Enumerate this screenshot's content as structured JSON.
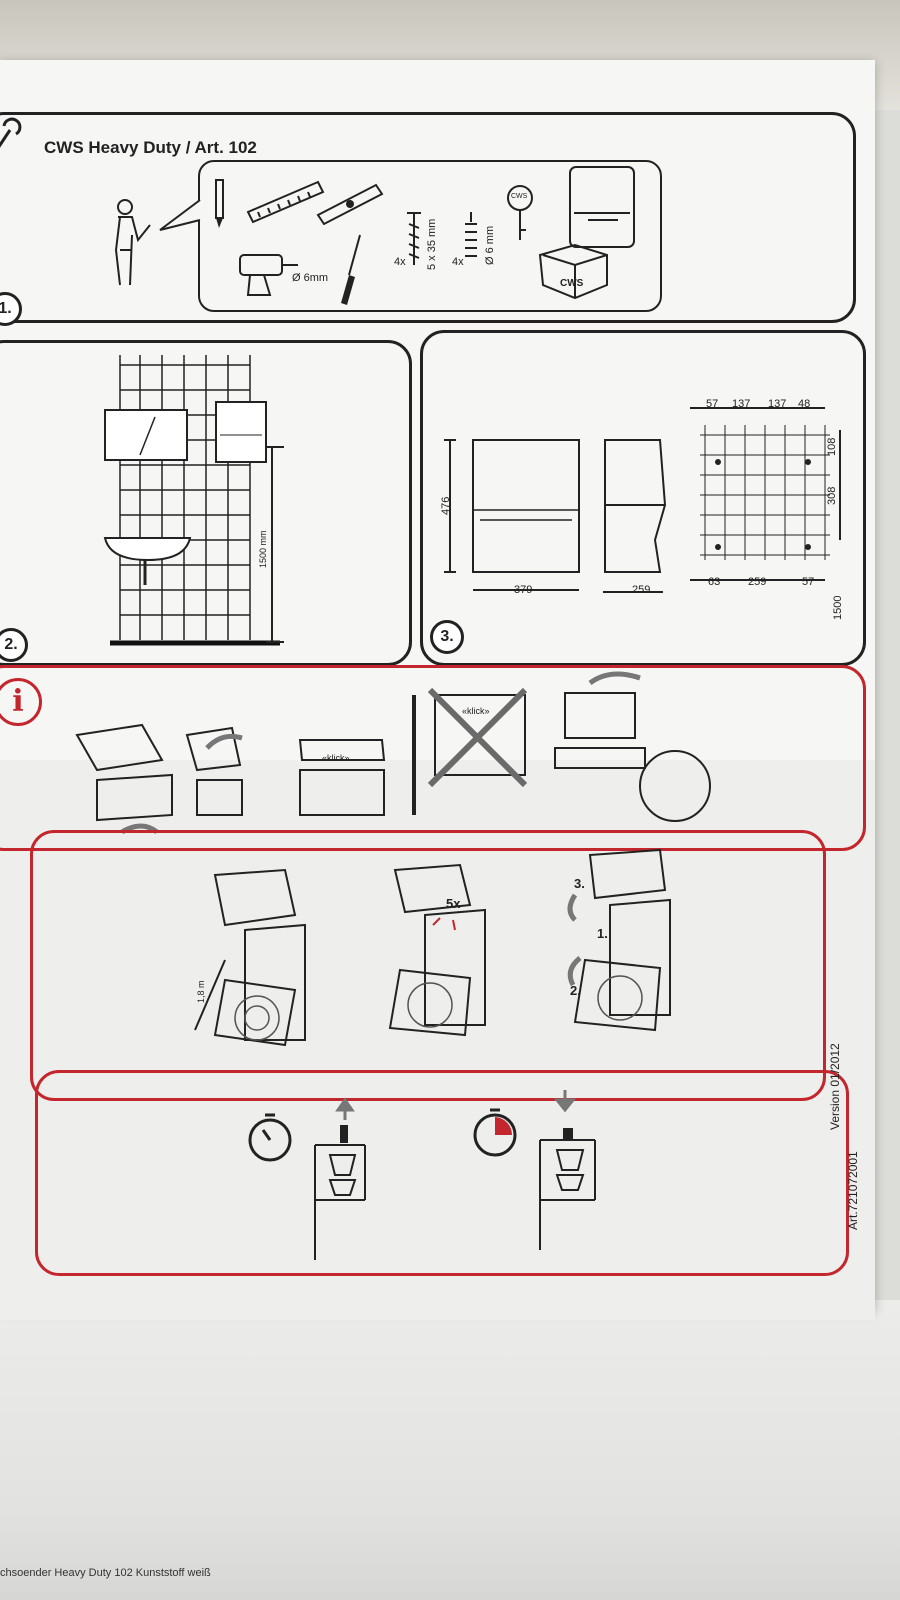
{
  "header": {
    "title": "CWS Heavy Duty / Art. 102"
  },
  "steps": {
    "s1": "1.",
    "s2": "2.",
    "s3": "3.",
    "info": "i"
  },
  "tools": {
    "drill_size": "Ø 6mm",
    "screw_qty": "4x",
    "screw_size": "5 x 35 mm",
    "plug_qty": "4x",
    "plug_size": "Ø 6 mm",
    "key_brand": "CWS",
    "box_brand": "CWS"
  },
  "mounting_height": {
    "label": "1500 mm"
  },
  "dimensions": {
    "height": "476",
    "width": "379",
    "depth": "259",
    "top": [
      "57",
      "137",
      "137",
      "48"
    ],
    "right": [
      "108",
      "308",
      "1500"
    ],
    "bottom": [
      "63",
      "259",
      "57"
    ]
  },
  "info_panel": {
    "klick1": "«klick»",
    "klick2": "«klick»"
  },
  "loading": {
    "length": "1,8 m",
    "repeat": "5x",
    "step1": "1.",
    "step2": "2.",
    "step3": "3."
  },
  "footer": {
    "version": "Version 01/2012",
    "article": "Art.721072001"
  },
  "desk_text": "chsoender Heavy Duty 102 Kunststoff weiß",
  "colors": {
    "accent": "#c3262c",
    "ink": "#222222"
  }
}
